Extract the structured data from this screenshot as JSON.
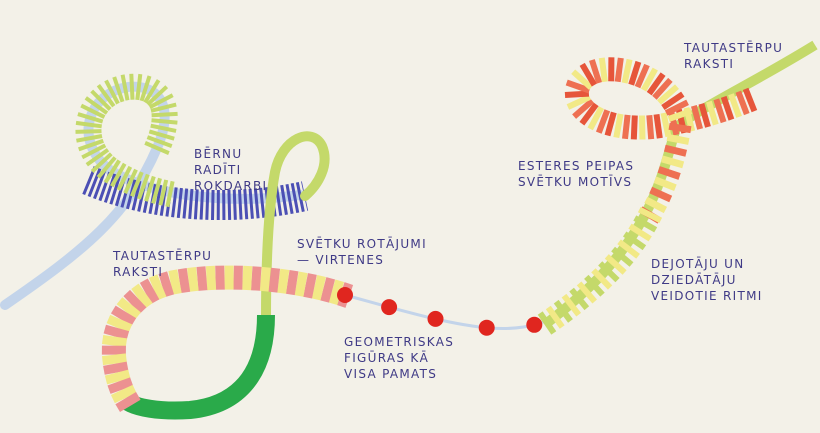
{
  "colors": {
    "background": "#f3f1e8",
    "text": "#3f3a86",
    "light_blue": "#c3d4ea",
    "lime": "#c4d96a",
    "navy": "#4b4fb4",
    "pink": "#ec9191",
    "yellow": "#f2e986",
    "green": "#2aaa4a",
    "red": "#e0261f",
    "orange": "#ee7052",
    "orange_red": "#e6553a"
  },
  "labels": {
    "top_right": "TAUTASTĒRPU\nRAKSTI",
    "children_crafts": "BĒRNU\nRADĪTI\nROKDARBI",
    "easter_eggs": "ESTERES PEIPAS\nSVĒTKU MOTĪVS",
    "left_folk": "TAUTASTĒRPU\nRAKSTI",
    "garlands": "SVĒTKU ROTĀJUMI\n— VIRTENES",
    "dancers": "DEJOTĀJU UN\nDZIEDĀTĀJU\nVEIDOTIE RITMI",
    "geometry": "GEOMETRISKAS\nFIGŪRAS KĀ\nVISA PAMATS"
  }
}
